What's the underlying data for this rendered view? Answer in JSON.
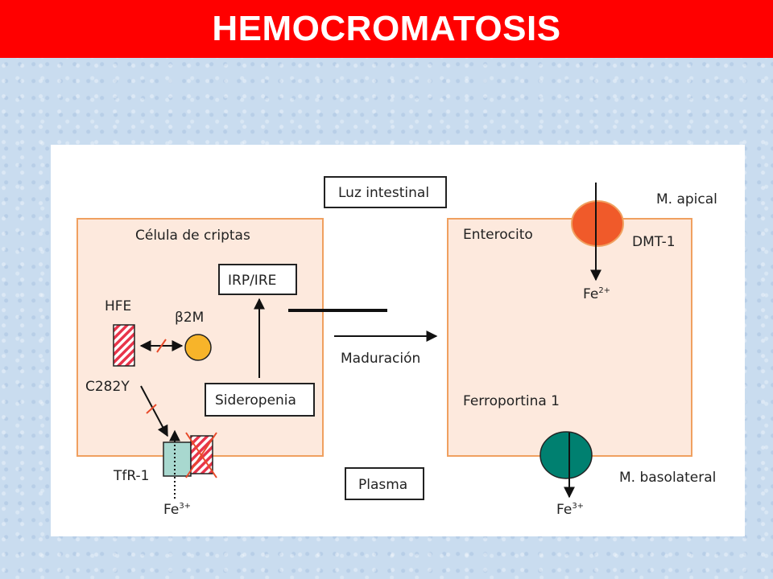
{
  "header": {
    "title": "HEMOCROMATOSIS"
  },
  "diagram": {
    "crypt_cell_label": "Célula de criptas",
    "enterocyte_label": "Enterocito",
    "irp_ire": "IRP/IRE",
    "hfe": "HFE",
    "b2m": "β2M",
    "c282y": "C282Y",
    "sideropenia": "Sideropenia",
    "tfr1": "TfR-1",
    "fe3_left": "Fe",
    "fe3_left_sup": "3+",
    "luz_intestinal": "Luz intestinal",
    "maduracion": "Maduración",
    "plasma": "Plasma",
    "m_apical": "M. apical",
    "dmt1": "DMT-1",
    "fe2": "Fe",
    "fe2_sup": "2+",
    "ferroportina": "Ferroportina 1",
    "m_basolateral": "M. basolateral",
    "fe3_right": "Fe",
    "fe3_right_sup": "3+"
  },
  "colors": {
    "title_bg": "#ff0000",
    "cell_border": "#f0a060",
    "cell_fill": "#fde9dd",
    "dmt1": "#f05a2a",
    "ferroportin": "#008070",
    "b2m": "#f7b42a",
    "tfr1": "#a8d8cf",
    "hfe_hatch": "#e8344a"
  }
}
